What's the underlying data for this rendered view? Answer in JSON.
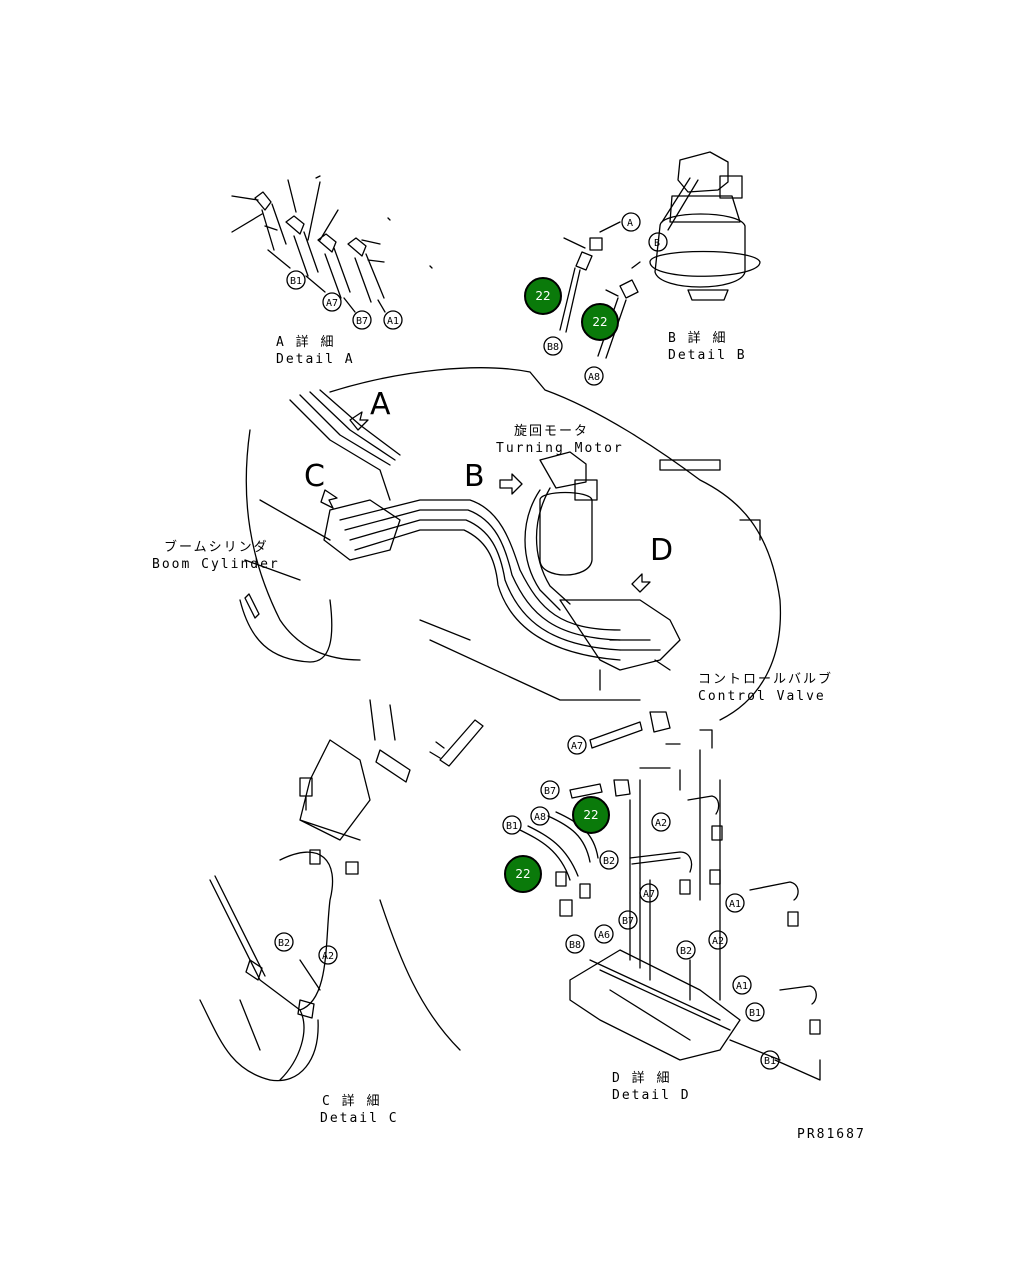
{
  "details": {
    "a": {
      "jp": "A 詳 細",
      "en": "Detail A"
    },
    "b": {
      "jp": "B 詳 細",
      "en": "Detail B"
    },
    "c": {
      "jp": "C 詳 細",
      "en": "Detail C"
    },
    "d": {
      "jp": "D 詳 細",
      "en": "Detail D"
    }
  },
  "views": {
    "a": "A",
    "b": "B",
    "c": "C",
    "d": "D"
  },
  "components": {
    "turning_motor": {
      "jp": "旋回モータ",
      "en": "Turning Motor"
    },
    "boom_cylinder": {
      "jp": "ブームシリンダ",
      "en": "Boom Cylinder"
    },
    "control_valve": {
      "jp": "コントロールバルブ",
      "en": "Control Valve"
    }
  },
  "hose_tags": {
    "a_b1": "B1",
    "a_a7": "A7",
    "a_b7": "B7",
    "a_a1": "A1",
    "b_a": "A",
    "b_b": "B",
    "b_b8": "B8",
    "b_a8": "A8",
    "c_b2": "B2",
    "c_a2": "A2",
    "d_a7_top": "A7",
    "d_b7": "B7",
    "d_a8": "A8",
    "d_b1": "B1",
    "d_a2_top": "A2",
    "d_b2": "B2",
    "d_a7_mid": "A7",
    "d_b7_mid": "B7",
    "d_b8": "B8",
    "d_a6": "A6",
    "d_b2_mid": "B2",
    "d_a2_mid": "A2",
    "d_a1_r": "A1",
    "d_a1_low": "A1",
    "d_b1_low": "B1",
    "d_b1_bottom": "B1"
  },
  "badges": {
    "b1": "22",
    "b2": "22",
    "b3": "22",
    "b4": "22"
  },
  "badge_color": "#0a7a0a",
  "drawing_number": "PR81687"
}
